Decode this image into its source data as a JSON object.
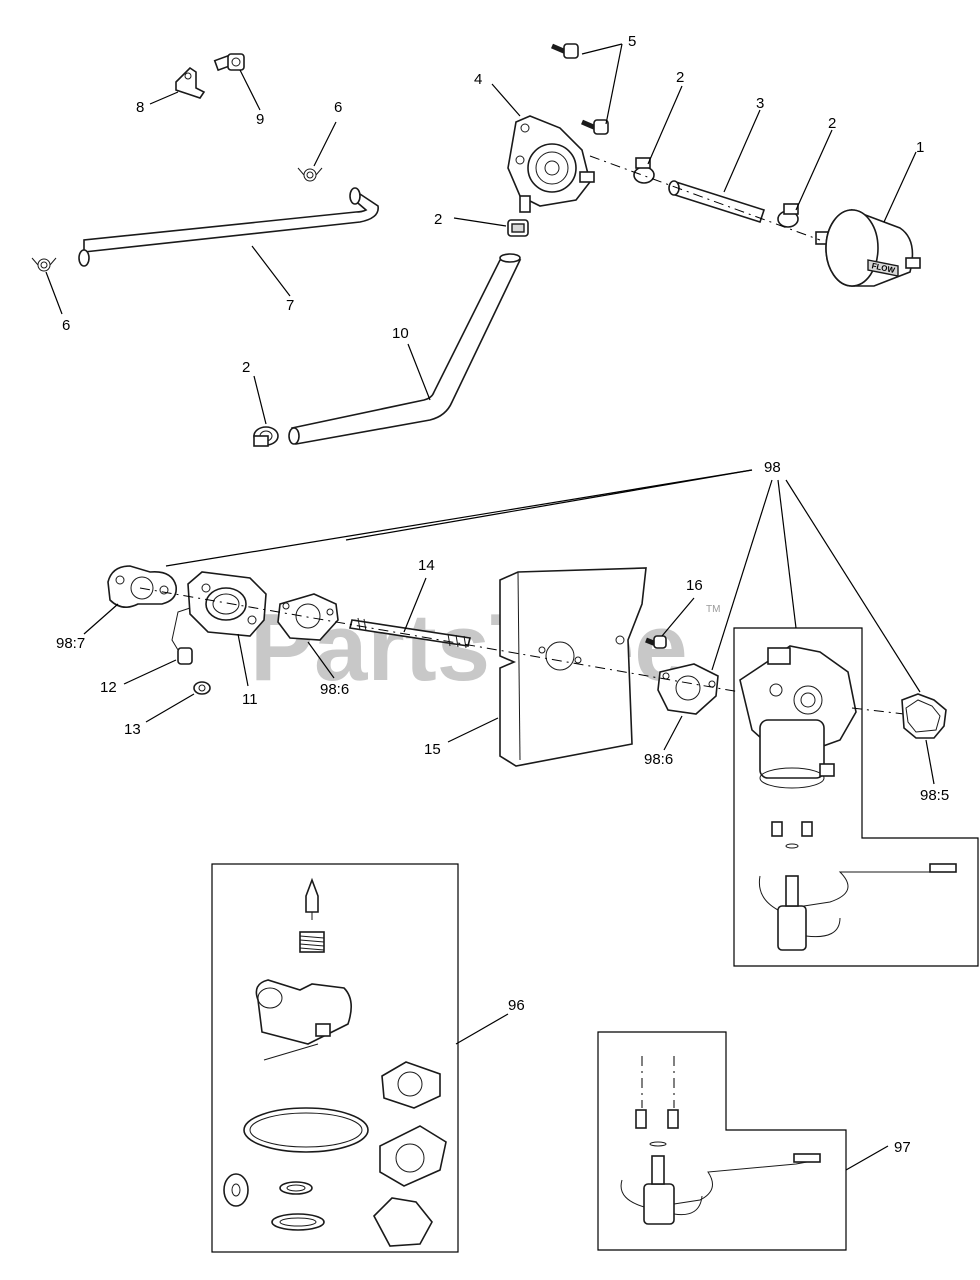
{
  "watermark": {
    "text": "PartsTree",
    "tm": "TM"
  },
  "callouts": {
    "c1": "1",
    "c2a": "2",
    "c2b": "2",
    "c2c": "2",
    "c2d": "2",
    "c3": "3",
    "c4": "4",
    "c5": "5",
    "c6a": "6",
    "c6b": "6",
    "c7": "7",
    "c8": "8",
    "c9": "9",
    "c10": "10",
    "c11": "11",
    "c12": "12",
    "c13": "13",
    "c14": "14",
    "c15": "15",
    "c16": "16",
    "c96": "96",
    "c97": "97",
    "c98": "98",
    "c98_7": "98:7",
    "c98_6a": "98:6",
    "c98_6b": "98:6",
    "c98_5": "98:5"
  },
  "fuel_filter_flow_text": "FLOW"
}
